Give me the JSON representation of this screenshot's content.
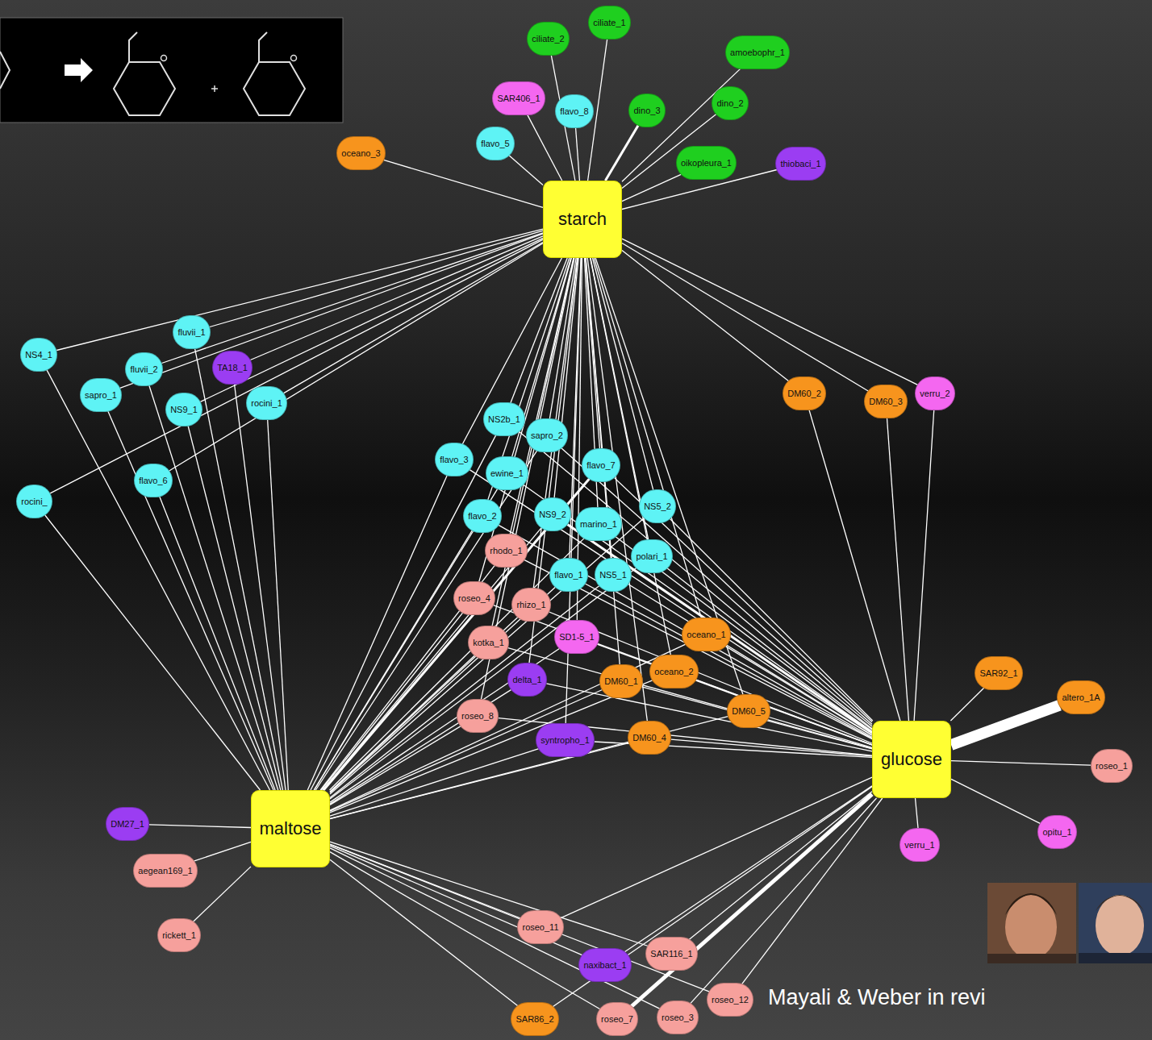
{
  "diagram": {
    "nodes": [
      {
        "text": [
          "starch"
        ]
      },
      {
        "text": [
          "maltose"
        ]
      },
      {
        "text": [
          "glucose"
        ]
      },
      {
        "text": [
          "ciliate_1"
        ]
      },
      {
        "text": [
          "ciliate_2"
        ]
      },
      {
        "text": [
          "amoebophr_1"
        ]
      },
      {
        "text": [
          "SAR406_1"
        ]
      },
      {
        "text": [
          "flavo_8"
        ]
      },
      {
        "text": [
          "dino_3"
        ]
      },
      {
        "text": [
          "dino_2"
        ]
      },
      {
        "text": [
          "flavo_5"
        ]
      },
      {
        "text": [
          "oceano_3"
        ]
      },
      {
        "text": [
          "oikopleura_1"
        ]
      },
      {
        "text": [
          "thiobaci_1"
        ]
      },
      {
        "text": [
          "NS4_1"
        ]
      },
      {
        "text": [
          "fluvii_1"
        ]
      },
      {
        "text": [
          "fluvii_2"
        ]
      },
      {
        "text": [
          "TA18_1"
        ]
      },
      {
        "text": [
          "sapro_1"
        ]
      },
      {
        "text": [
          "NS9_1"
        ]
      },
      {
        "text": [
          "rocini_1"
        ]
      },
      {
        "text": [
          "flavo_6"
        ]
      },
      {
        "text": [
          "rocini_"
        ]
      },
      {
        "text": [
          "DM60_2"
        ]
      },
      {
        "text": [
          "DM60_3"
        ]
      },
      {
        "text": [
          "verru_2"
        ]
      },
      {
        "text": [
          "NS2b_1"
        ]
      },
      {
        "text": [
          "sapro_2"
        ]
      },
      {
        "text": [
          "flavo_3"
        ]
      },
      {
        "text": [
          "ewine_1"
        ]
      },
      {
        "text": [
          "flavo_7"
        ]
      },
      {
        "text": [
          "NS5_2"
        ]
      },
      {
        "text": [
          "flavo_2"
        ]
      },
      {
        "text": [
          "NS9_2"
        ]
      },
      {
        "text": [
          "marino_1"
        ]
      },
      {
        "text": [
          "polari_1"
        ]
      },
      {
        "text": [
          "rhodo_1"
        ]
      },
      {
        "text": [
          "roseo_4"
        ]
      },
      {
        "text": [
          "rhizo_1"
        ]
      },
      {
        "text": [
          "flavo_1"
        ]
      },
      {
        "text": [
          "NS5_1"
        ]
      },
      {
        "text": [
          "SD1-5_1"
        ]
      },
      {
        "text": [
          "oceano_1"
        ]
      },
      {
        "text": [
          "kotka_1"
        ]
      },
      {
        "text": [
          "delta_1"
        ]
      },
      {
        "text": [
          "DM60_1"
        ]
      },
      {
        "text": [
          "oceano_2"
        ]
      },
      {
        "text": [
          "roseo_8"
        ]
      },
      {
        "text": [
          "DM60_5"
        ]
      },
      {
        "text": [
          "syntropho_1"
        ]
      },
      {
        "text": [
          "DM60_4"
        ]
      },
      {
        "text": [
          "SAR92_1"
        ]
      },
      {
        "text": [
          "altero_1A"
        ]
      },
      {
        "text": [
          "roseo_1"
        ]
      },
      {
        "text": [
          "opitu_1"
        ]
      },
      {
        "text": [
          "verru_1"
        ]
      },
      {
        "text": [
          "DM27_1"
        ]
      },
      {
        "text": [
          "aegean169_1"
        ]
      },
      {
        "text": [
          "rickett_1"
        ]
      },
      {
        "text": [
          "roseo_11"
        ]
      },
      {
        "text": [
          "naxibact_1"
        ]
      },
      {
        "text": [
          "SAR116_1"
        ]
      },
      {
        "text": [
          "roseo_12"
        ]
      },
      {
        "text": [
          "roseo_3"
        ]
      },
      {
        "text": [
          "roseo_7"
        ]
      },
      {
        "text": [
          "SAR86_2"
        ]
      }
    ],
    "edges": [
      {
        "from": 3,
        "to": 0,
        "arrow": "none"
      },
      {
        "from": 4,
        "to": 0,
        "arrow": "none"
      },
      {
        "from": 5,
        "to": 0,
        "arrow": "none"
      },
      {
        "from": 6,
        "to": 0,
        "arrow": "none"
      },
      {
        "from": 7,
        "to": 0,
        "arrow": "none"
      },
      {
        "from": 8,
        "to": 0,
        "arrow": "none"
      },
      {
        "from": 9,
        "to": 0,
        "arrow": "none"
      },
      {
        "from": 10,
        "to": 0,
        "arrow": "none"
      },
      {
        "from": 11,
        "to": 0,
        "arrow": "none"
      },
      {
        "from": 12,
        "to": 0,
        "arrow": "none"
      },
      {
        "from": 13,
        "to": 0,
        "arrow": "none"
      },
      {
        "from": 14,
        "to": 0,
        "arrow": "none"
      },
      {
        "from": 14,
        "to": 1,
        "arrow": "none"
      },
      {
        "from": 15,
        "to": 0,
        "arrow": "none"
      },
      {
        "from": 15,
        "to": 1,
        "arrow": "none"
      },
      {
        "from": 16,
        "to": 0,
        "arrow": "none"
      },
      {
        "from": 16,
        "to": 1,
        "arrow": "none"
      },
      {
        "from": 17,
        "to": 0,
        "arrow": "none"
      },
      {
        "from": 17,
        "to": 1,
        "arrow": "none"
      },
      {
        "from": 18,
        "to": 0,
        "arrow": "none"
      },
      {
        "from": 18,
        "to": 1,
        "arrow": "none"
      },
      {
        "from": 19,
        "to": 0,
        "arrow": "none"
      },
      {
        "from": 19,
        "to": 1,
        "arrow": "none"
      },
      {
        "from": 20,
        "to": 0,
        "arrow": "none"
      },
      {
        "from": 20,
        "to": 1,
        "arrow": "none"
      },
      {
        "from": 21,
        "to": 0,
        "arrow": "none"
      },
      {
        "from": 21,
        "to": 1,
        "arrow": "none"
      },
      {
        "from": 22,
        "to": 0,
        "arrow": "none"
      },
      {
        "from": 22,
        "to": 1,
        "arrow": "none"
      },
      {
        "from": 23,
        "to": 0,
        "arrow": "none"
      },
      {
        "from": 23,
        "to": 2,
        "arrow": "none"
      },
      {
        "from": 24,
        "to": 0,
        "arrow": "none"
      },
      {
        "from": 24,
        "to": 2,
        "arrow": "none"
      },
      {
        "from": 25,
        "to": 0,
        "arrow": "none"
      },
      {
        "from": 25,
        "to": 2,
        "arrow": "none"
      },
      {
        "from": 26,
        "to": 0,
        "arrow": "none"
      },
      {
        "from": 26,
        "to": 1,
        "arrow": "none"
      },
      {
        "from": 26,
        "to": 2,
        "arrow": "none"
      },
      {
        "from": 27,
        "to": 0,
        "arrow": "none"
      },
      {
        "from": 27,
        "to": 1,
        "arrow": "none"
      },
      {
        "from": 27,
        "to": 2,
        "arrow": "none"
      },
      {
        "from": 28,
        "to": 0,
        "arrow": "none"
      },
      {
        "from": 28,
        "to": 1,
        "arrow": "none"
      },
      {
        "from": 28,
        "to": 2,
        "arrow": "none"
      },
      {
        "from": 29,
        "to": 0,
        "arrow": "none"
      },
      {
        "from": 29,
        "to": 1,
        "arrow": "none"
      },
      {
        "from": 29,
        "to": 2,
        "arrow": "none"
      },
      {
        "from": 30,
        "to": 0,
        "arrow": "none"
      },
      {
        "from": 30,
        "to": 1,
        "arrow": "none"
      },
      {
        "from": 30,
        "to": 2,
        "arrow": "none"
      },
      {
        "from": 31,
        "to": 0,
        "arrow": "none"
      },
      {
        "from": 31,
        "to": 1,
        "arrow": "none"
      },
      {
        "from": 31,
        "to": 2,
        "arrow": "none"
      },
      {
        "from": 32,
        "to": 0,
        "arrow": "none"
      },
      {
        "from": 32,
        "to": 1,
        "arrow": "none"
      },
      {
        "from": 32,
        "to": 2,
        "arrow": "none"
      },
      {
        "from": 33,
        "to": 0,
        "arrow": "none"
      },
      {
        "from": 33,
        "to": 1,
        "arrow": "none"
      },
      {
        "from": 33,
        "to": 2,
        "arrow": "none"
      },
      {
        "from": 34,
        "to": 0,
        "arrow": "none"
      },
      {
        "from": 34,
        "to": 1,
        "arrow": "none"
      },
      {
        "from": 34,
        "to": 2,
        "arrow": "none"
      },
      {
        "from": 35,
        "to": 0,
        "arrow": "none"
      },
      {
        "from": 35,
        "to": 1,
        "arrow": "none"
      },
      {
        "from": 35,
        "to": 2,
        "arrow": "none"
      },
      {
        "from": 36,
        "to": 0,
        "arrow": "none"
      },
      {
        "from": 36,
        "to": 1,
        "arrow": "none"
      },
      {
        "from": 36,
        "to": 2,
        "arrow": "none"
      },
      {
        "from": 37,
        "to": 0,
        "arrow": "none"
      },
      {
        "from": 37,
        "to": 1,
        "arrow": "none"
      },
      {
        "from": 37,
        "to": 2,
        "arrow": "none"
      },
      {
        "from": 38,
        "to": 0,
        "arrow": "none"
      },
      {
        "from": 38,
        "to": 1,
        "arrow": "none"
      },
      {
        "from": 38,
        "to": 2,
        "arrow": "none"
      },
      {
        "from": 39,
        "to": 0,
        "arrow": "none"
      },
      {
        "from": 39,
        "to": 1,
        "arrow": "none"
      },
      {
        "from": 39,
        "to": 2,
        "arrow": "none"
      },
      {
        "from": 40,
        "to": 0,
        "arrow": "none"
      },
      {
        "from": 40,
        "to": 1,
        "arrow": "none"
      },
      {
        "from": 40,
        "to": 2,
        "arrow": "none"
      },
      {
        "from": 41,
        "to": 0,
        "arrow": "none"
      },
      {
        "from": 41,
        "to": 1,
        "arrow": "none"
      },
      {
        "from": 41,
        "to": 2,
        "arrow": "none"
      },
      {
        "from": 42,
        "to": 0,
        "arrow": "none"
      },
      {
        "from": 42,
        "to": 1,
        "arrow": "none"
      },
      {
        "from": 42,
        "to": 2,
        "arrow": "none"
      },
      {
        "from": 43,
        "to": 0,
        "arrow": "none"
      },
      {
        "from": 43,
        "to": 1,
        "arrow": "none"
      },
      {
        "from": 43,
        "to": 2,
        "arrow": "none"
      },
      {
        "from": 44,
        "to": 0,
        "arrow": "none"
      },
      {
        "from": 44,
        "to": 1,
        "arrow": "none"
      },
      {
        "from": 44,
        "to": 2,
        "arrow": "none"
      },
      {
        "from": 45,
        "to": 0,
        "arrow": "none"
      },
      {
        "from": 45,
        "to": 1,
        "arrow": "none"
      },
      {
        "from": 45,
        "to": 2,
        "arrow": "none"
      },
      {
        "from": 46,
        "to": 0,
        "arrow": "none"
      },
      {
        "from": 46,
        "to": 1,
        "arrow": "none"
      },
      {
        "from": 46,
        "to": 2,
        "arrow": "none"
      },
      {
        "from": 47,
        "to": 0,
        "arrow": "none"
      },
      {
        "from": 47,
        "to": 1,
        "arrow": "none"
      },
      {
        "from": 47,
        "to": 2,
        "arrow": "none"
      },
      {
        "from": 48,
        "to": 0,
        "arrow": "none"
      },
      {
        "from": 48,
        "to": 1,
        "arrow": "none"
      },
      {
        "from": 48,
        "to": 2,
        "arrow": "none"
      },
      {
        "from": 49,
        "to": 0,
        "arrow": "none"
      },
      {
        "from": 49,
        "to": 1,
        "arrow": "none"
      },
      {
        "from": 49,
        "to": 2,
        "arrow": "none"
      },
      {
        "from": 50,
        "to": 0,
        "arrow": "none"
      },
      {
        "from": 50,
        "to": 1,
        "arrow": "none"
      },
      {
        "from": 50,
        "to": 2,
        "arrow": "none"
      },
      {
        "from": 51,
        "to": 2,
        "arrow": "none"
      },
      {
        "from": 52,
        "to": 2,
        "arrow": "none"
      },
      {
        "from": 53,
        "to": 2,
        "arrow": "none"
      },
      {
        "from": 54,
        "to": 2,
        "arrow": "none"
      },
      {
        "from": 55,
        "to": 2,
        "arrow": "none"
      },
      {
        "from": 56,
        "to": 1,
        "arrow": "none"
      },
      {
        "from": 57,
        "to": 1,
        "arrow": "none"
      },
      {
        "from": 58,
        "to": 1,
        "arrow": "none"
      },
      {
        "from": 59,
        "to": 1,
        "arrow": "none"
      },
      {
        "from": 59,
        "to": 2,
        "arrow": "none"
      },
      {
        "from": 60,
        "to": 1,
        "arrow": "none"
      },
      {
        "from": 60,
        "to": 2,
        "arrow": "none"
      },
      {
        "from": 61,
        "to": 1,
        "arrow": "none"
      },
      {
        "from": 61,
        "to": 2,
        "arrow": "none"
      },
      {
        "from": 62,
        "to": 1,
        "arrow": "none"
      },
      {
        "from": 62,
        "to": 2,
        "arrow": "none"
      },
      {
        "from": 63,
        "to": 1,
        "arrow": "none"
      },
      {
        "from": 63,
        "to": 2,
        "arrow": "none"
      },
      {
        "from": 64,
        "to": 1,
        "arrow": "none"
      },
      {
        "from": 64,
        "to": 2,
        "arrow": "none"
      },
      {
        "from": 65,
        "to": 1,
        "arrow": "none"
      },
      {
        "from": 65,
        "to": 2,
        "arrow": "none"
      }
    ],
    "labels": [
      "Mayali & Weber in revi"
    ]
  }
}
